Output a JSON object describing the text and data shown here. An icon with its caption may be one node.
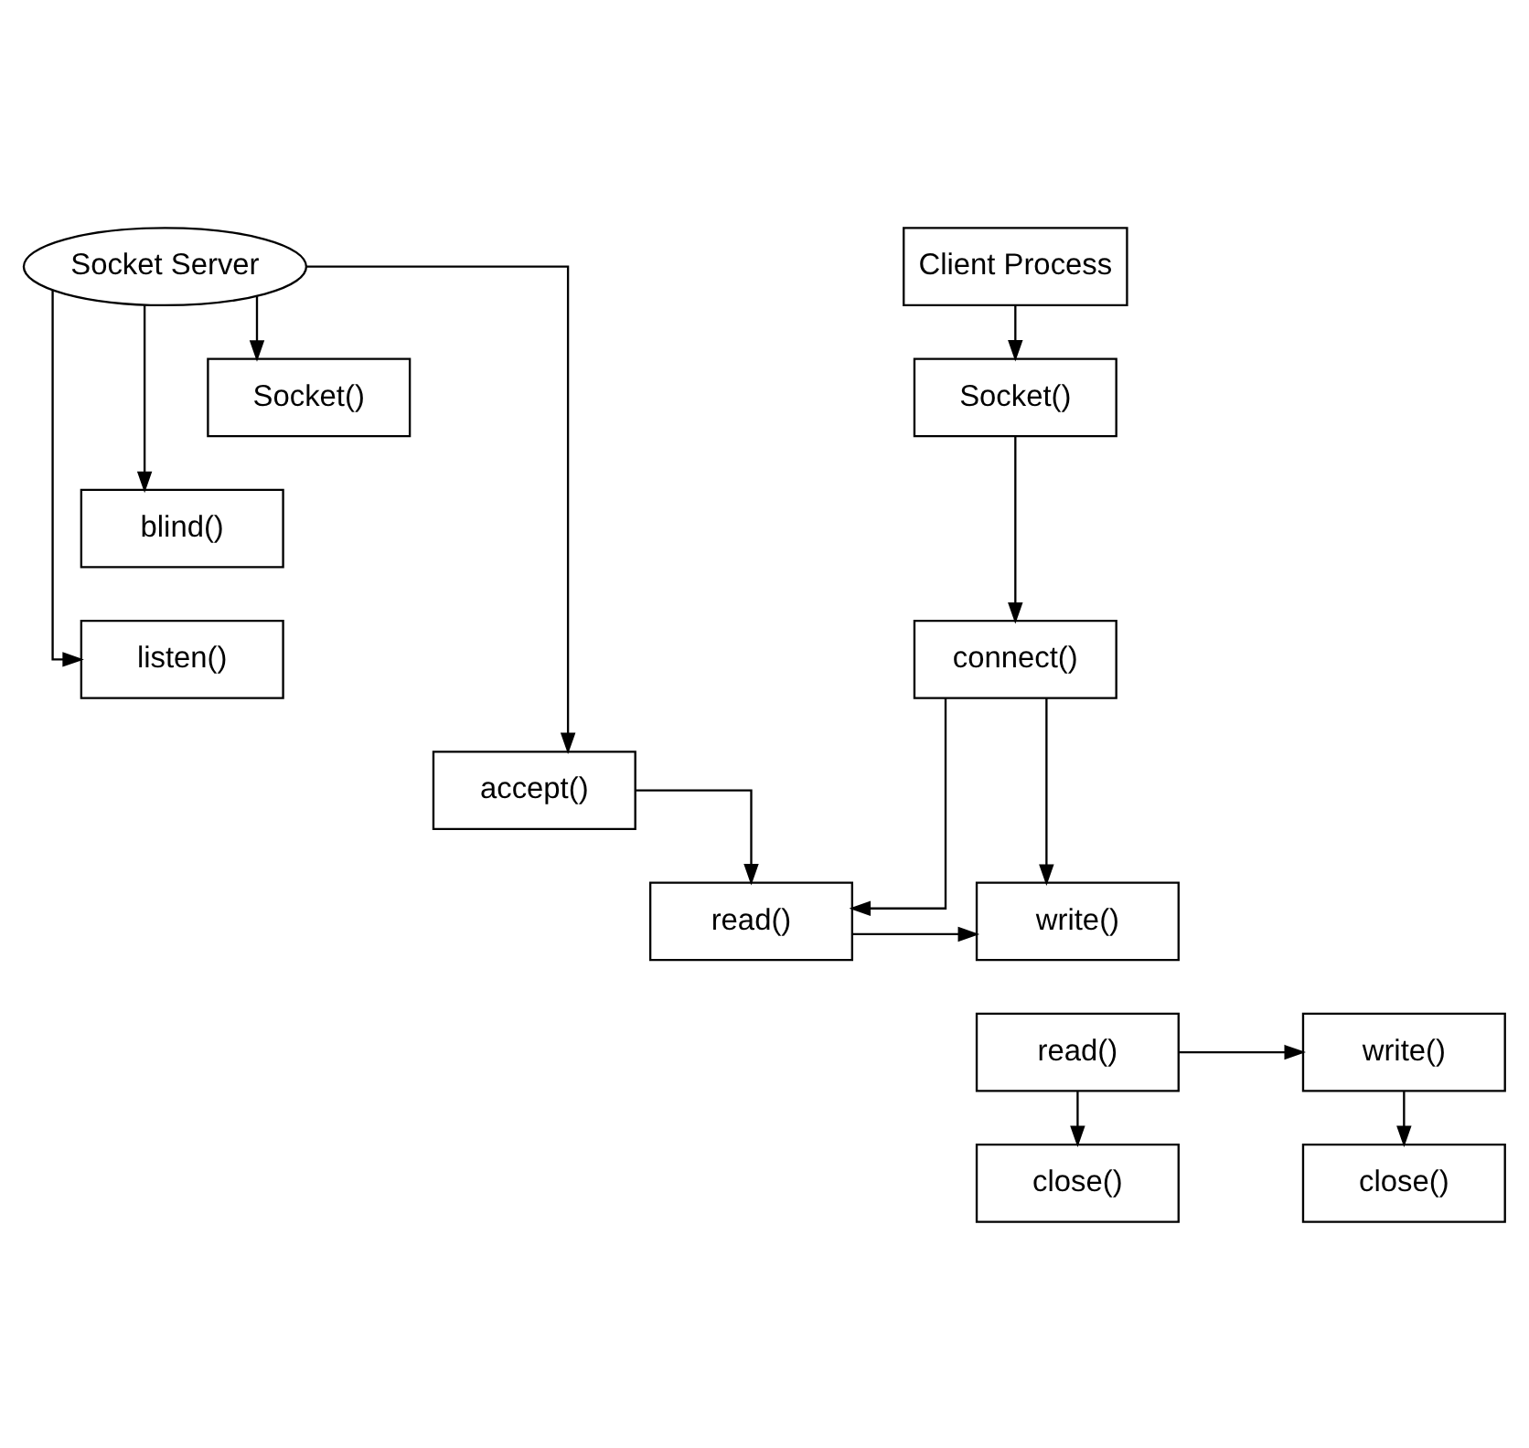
{
  "diagram": {
    "nodes": [
      {
        "text": [
          "Socket Server"
        ]
      },
      {
        "text": [
          "Socket()"
        ]
      },
      {
        "text": [
          "blind()"
        ]
      },
      {
        "text": [
          "listen()"
        ]
      },
      {
        "text": [
          "accept()"
        ]
      },
      {
        "text": [
          "read()"
        ]
      },
      {
        "text": [
          "write()"
        ]
      },
      {
        "text": [
          "close()"
        ]
      },
      {
        "text": [
          "Client Process"
        ]
      },
      {
        "text": [
          "Socket()"
        ]
      },
      {
        "text": [
          "connect()"
        ]
      },
      {
        "text": [
          "write()"
        ]
      },
      {
        "text": [
          "read()"
        ]
      },
      {
        "text": [
          "close()"
        ]
      }
    ],
    "edges": [
      {
        "from": 0,
        "to": 1,
        "arrow": "to"
      },
      {
        "from": 0,
        "to": 2,
        "arrow": "to"
      },
      {
        "from": 0,
        "to": 3,
        "arrow": "to"
      },
      {
        "from": 0,
        "to": 4,
        "arrow": "to"
      },
      {
        "from": 4,
        "to": 5,
        "arrow": "to"
      },
      {
        "from": 10,
        "to": 5,
        "arrow": "to"
      },
      {
        "from": 5,
        "to": 11,
        "arrow": "to"
      },
      {
        "from": 12,
        "to": 6,
        "arrow": "to"
      },
      {
        "from": 6,
        "to": 7,
        "arrow": "to"
      },
      {
        "from": 8,
        "to": 9,
        "arrow": "to"
      },
      {
        "from": 9,
        "to": 10,
        "arrow": "to"
      },
      {
        "from": 10,
        "to": 11,
        "arrow": "to"
      },
      {
        "from": 12,
        "to": 13,
        "arrow": "to"
      }
    ]
  }
}
